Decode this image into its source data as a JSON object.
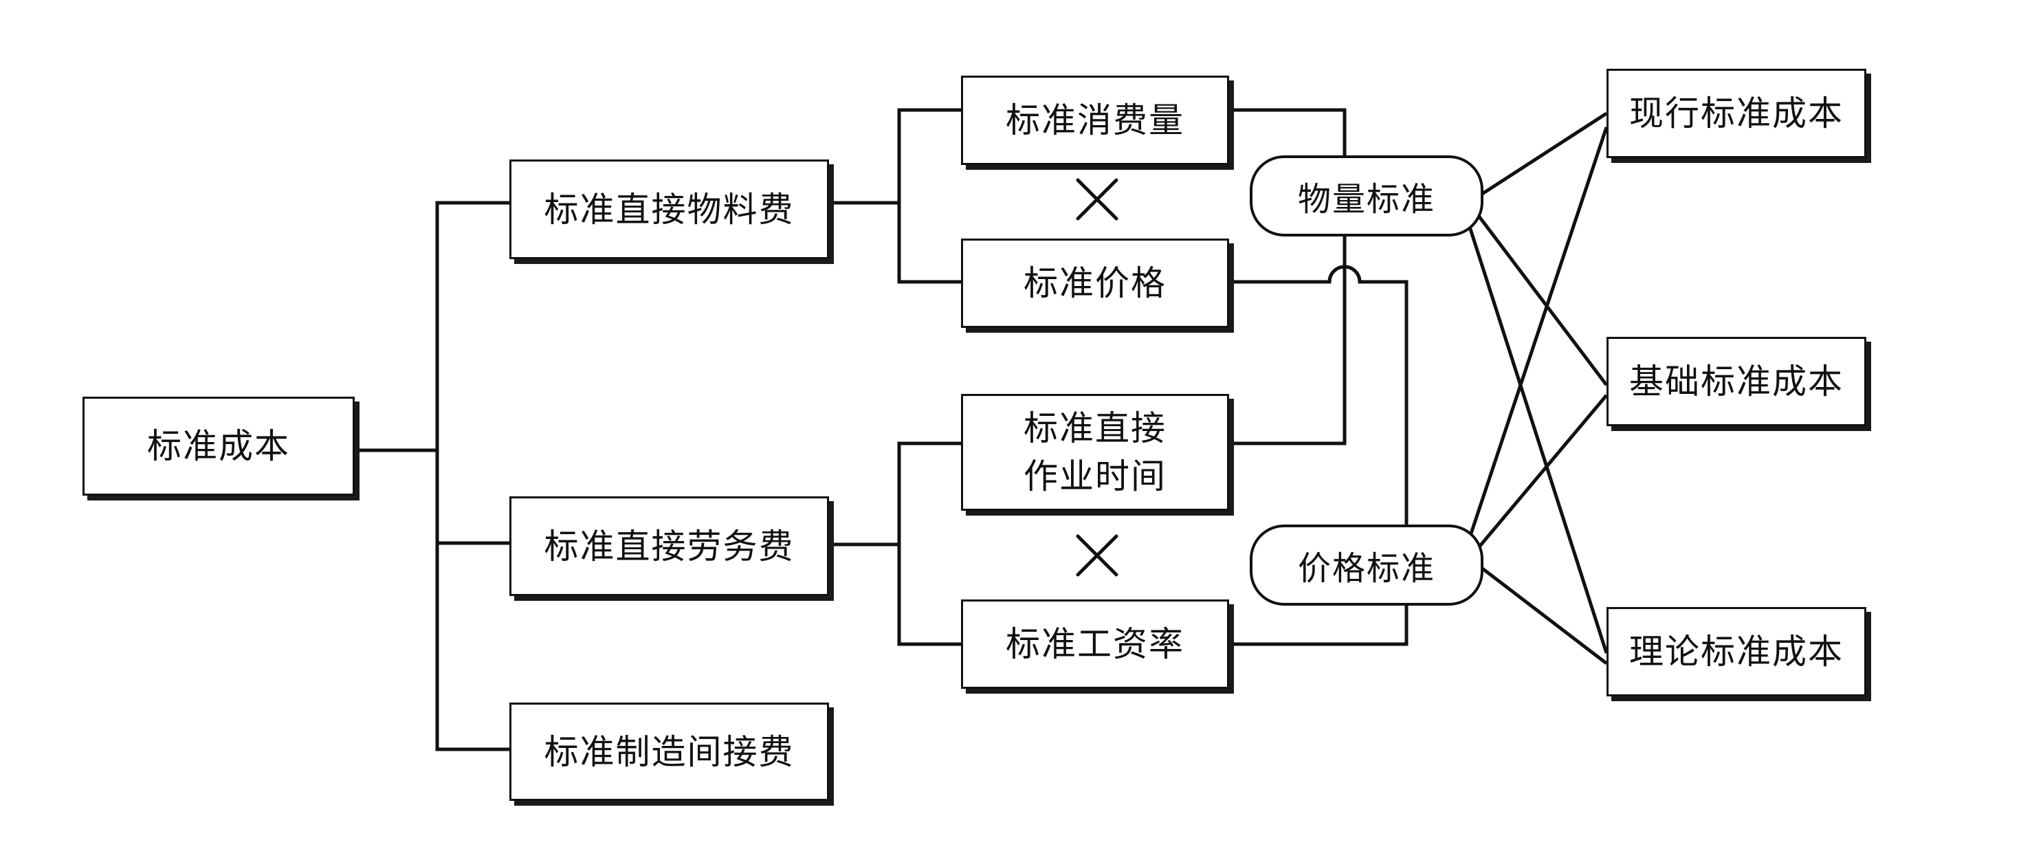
{
  "nodes": {
    "root": "标准成本",
    "material_cost": "标准直接物料费",
    "labor_cost": "标准直接劳务费",
    "overhead_cost": "标准制造间接费",
    "std_consumption": "标准消费量",
    "std_price": "标准价格",
    "std_hours_line1": "标准直接",
    "std_hours_line2": "作业时间",
    "std_wage_rate": "标准工资率",
    "quantity_standard": "物量标准",
    "price_standard": "价格标准",
    "current_std_cost": "现行标准成本",
    "basic_std_cost": "基础标准成本",
    "theoretical_std_cost": "理论标准成本"
  },
  "operators": [
    "×",
    "×"
  ],
  "colors": {
    "line": "#111111",
    "border": "#111111",
    "shadow": "#1a1a1a",
    "background": "#ffffff"
  }
}
